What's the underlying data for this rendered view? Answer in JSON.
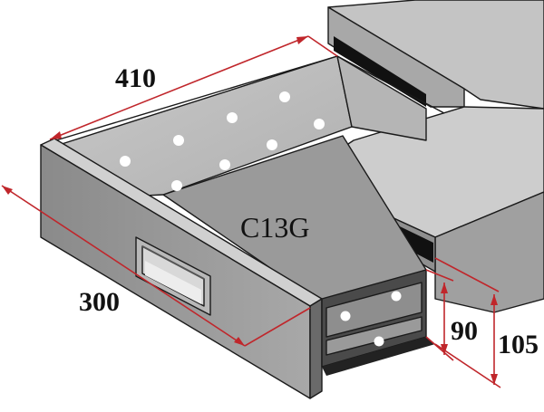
{
  "diagram": {
    "model_label": "C13G",
    "dimensions": {
      "depth": "410",
      "width": "300",
      "inner_height": "90",
      "outer_height": "105"
    }
  },
  "colors": {
    "dimension_line": "#c0262b",
    "metal_light": "#bfbfbf",
    "metal_mid": "#a6a6a6",
    "metal_dark": "#7a7a7a",
    "hole": "#ffffff"
  },
  "icons": {
    "handle": "recessed-pull-handle-icon",
    "rail": "telescopic-rail-icon"
  }
}
